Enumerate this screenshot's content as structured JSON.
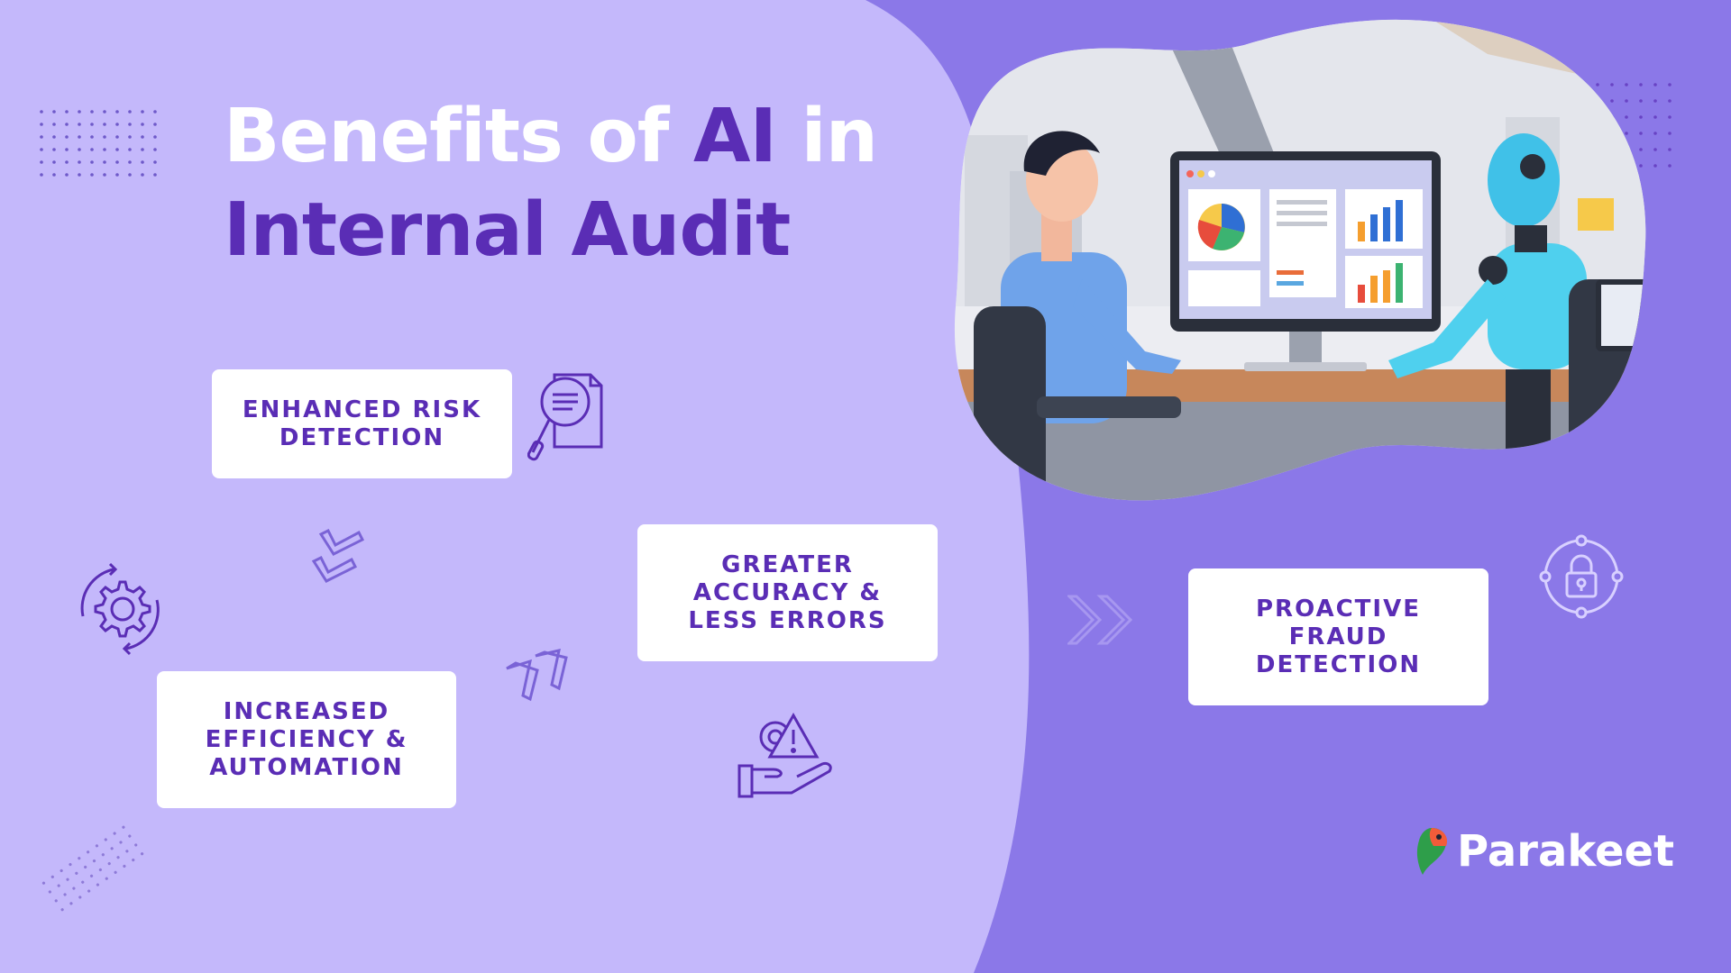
{
  "title": {
    "line1_part1": "Benefits of ",
    "line1_part2": "AI",
    "line1_part3": " in",
    "line2": "Internal Audit"
  },
  "cards": {
    "risk": "ENHANCED RISK\nDETECTION",
    "accuracy": "GREATER\nACCURACY &\nLESS ERRORS",
    "efficiency": "INCREASED\nEFFICIENCY &\nAUTOMATION",
    "fraud": "PROACTIVE\nFRAUD\nDETECTION"
  },
  "brand": {
    "name": "Parakeet"
  },
  "colors": {
    "left_panel": "#C4B8FB",
    "right_panel": "#8B78E8",
    "accent_purple": "#5A2DB5",
    "card_bg": "#FFFFFF"
  },
  "icons": [
    "magnifier-document-icon",
    "gear-cycle-icon",
    "gear-warning-hand-icon",
    "lock-target-icon",
    "chevron-arrows-icon",
    "parakeet-logo-icon"
  ]
}
